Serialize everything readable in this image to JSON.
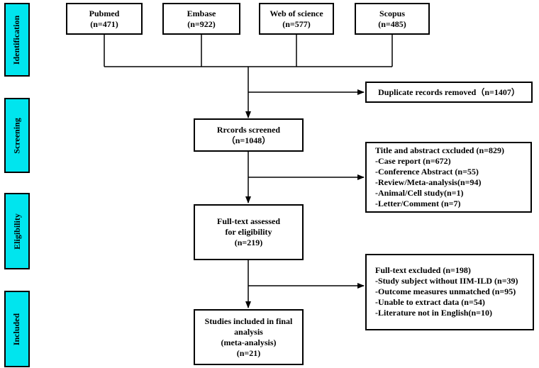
{
  "stages": [
    {
      "label": "Identification"
    },
    {
      "label": "Screening"
    },
    {
      "label": "Eligibility"
    },
    {
      "label": "Included"
    }
  ],
  "sources": [
    {
      "name": "Pubmed",
      "count": "(n=471)"
    },
    {
      "name": "Embase",
      "count": "(n=922)"
    },
    {
      "name": "Web of science",
      "count": "(n=577)"
    },
    {
      "name": "Scopus",
      "count": "(n=485)"
    }
  ],
  "duplicates": {
    "text": "Duplicate records removed（n=1407）"
  },
  "screened": {
    "line1": "Rrcords screened",
    "line2": "（n=1048）"
  },
  "title_excluded": {
    "heading": "Title and abstract cxcluded (n=829)",
    "items": [
      "-Case report (n=672)",
      "-Conference Abstract (n=55)",
      "-Review/Meta-analysis(n=94)",
      "-Animal/Cell study(n=1)",
      "-Letter/Comment (n=7)"
    ]
  },
  "fulltext": {
    "line1": "Full-text assessed",
    "line2": "for eligibility",
    "line3": "(n=219)"
  },
  "fulltext_excluded": {
    "heading": "Full-text excluded (n=198)",
    "items": [
      "-Study subject without IIM-ILD (n=39)",
      "-Outcome measures unmatched (n=95)",
      "-Unable to extract data (n=54)",
      "-Literature not in English(n=10)"
    ]
  },
  "included": {
    "line1": "Studies included in final",
    "line2": "analysis",
    "line3": "(meta-analysis)",
    "line4": "(n=21)"
  }
}
